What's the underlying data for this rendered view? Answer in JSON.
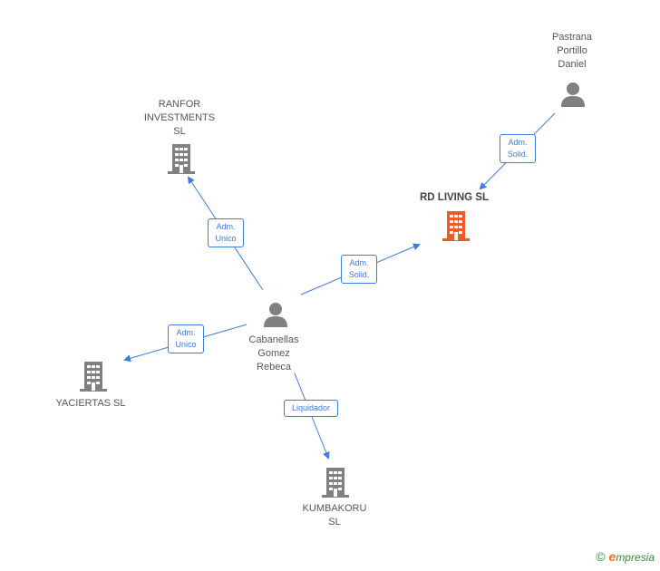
{
  "nodes": {
    "pastrana": {
      "label": "Pastrana\nPortillo\nDaniel",
      "type": "person"
    },
    "ranfor": {
      "label": "RANFOR\nINVESTMENTS\nSL",
      "type": "company"
    },
    "rdliving": {
      "label": "RD LIVING  SL",
      "type": "company-main"
    },
    "cabanellas": {
      "label": "Cabanellas\nGomez\nRebeca",
      "type": "person"
    },
    "yaciertas": {
      "label": "YACIERTAS  SL",
      "type": "company"
    },
    "kumbakoru": {
      "label": "KUMBAKORU\nSL",
      "type": "company"
    }
  },
  "edges": [
    {
      "from": "pastrana",
      "to": "rdliving",
      "label": "Adm.\nSolid."
    },
    {
      "from": "cabanellas",
      "to": "ranfor",
      "label": "Adm.\nUnico"
    },
    {
      "from": "cabanellas",
      "to": "rdliving",
      "label": "Adm.\nSolid."
    },
    {
      "from": "cabanellas",
      "to": "yaciertas",
      "label": "Adm.\nUnico"
    },
    {
      "from": "cabanellas",
      "to": "kumbakoru",
      "label": "Liquidador"
    }
  ],
  "colors": {
    "edge": "#3b7dd8",
    "node_icon": "#808080",
    "main_icon": "#f05a28"
  },
  "footer": {
    "copyright_symbol": "©",
    "brand_initial": "e",
    "brand_rest": "mpresia"
  }
}
